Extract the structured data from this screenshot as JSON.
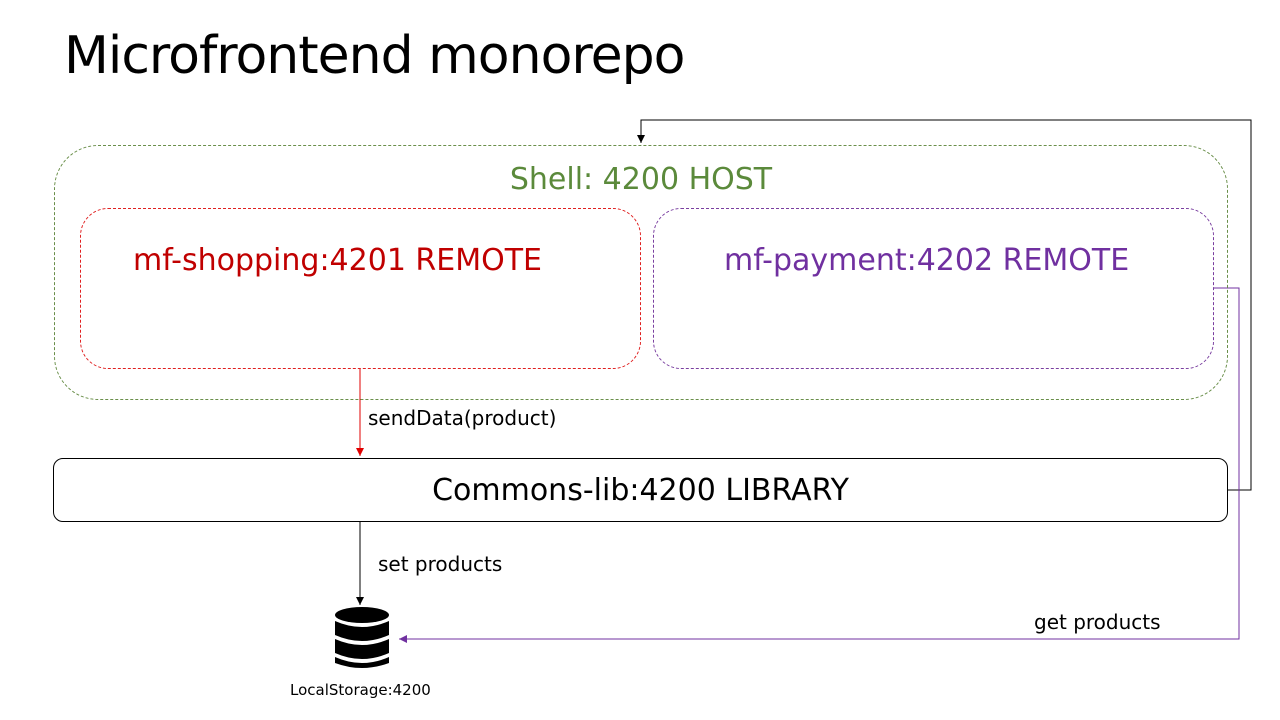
{
  "slide": {
    "title": "Microfrontend monorepo"
  },
  "nodes": {
    "shell": {
      "label": "Shell: 4200 HOST",
      "color": "#5b8a3b"
    },
    "shopping": {
      "label": "mf-shopping:4201  REMOTE",
      "color": "#c00000"
    },
    "payment": {
      "label": "mf-payment:4202  REMOTE",
      "color": "#7030a0"
    },
    "commons": {
      "label": "Commons-lib:4200  LIBRARY"
    },
    "storage": {
      "label": "LocalStorage:4200",
      "icon": "database-icon"
    }
  },
  "edges": {
    "send_data": {
      "label": "sendData(product)",
      "color": "#e00000"
    },
    "set_products": {
      "label": "set products",
      "color": "#000000"
    },
    "get_products": {
      "label": "get products",
      "color": "#7030a0"
    }
  }
}
